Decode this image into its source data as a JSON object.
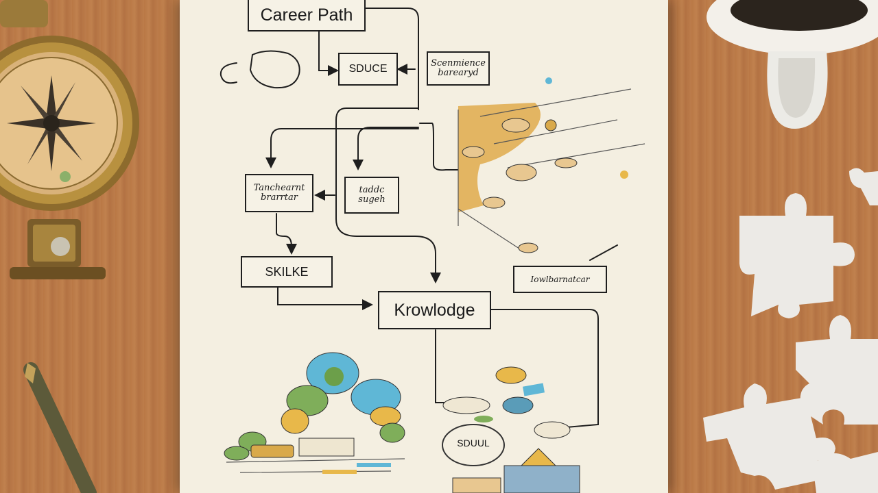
{
  "diagram": {
    "title": "Career Path",
    "nodes": {
      "source": "SDUCE",
      "scanned": "Scenmience\nbarearyd",
      "left_mid": "Tanchearnt\nbrarrtar",
      "mid": "taddc\nsugeh",
      "skill": "SKILKE",
      "right_small": "Iowlbarnatcar",
      "knowledge": "Krowlodge",
      "bubble": "SDUUL"
    }
  },
  "colors": {
    "desk": "#b97845",
    "paper": "#f4efe1",
    "ink": "#1e1e1e",
    "accent_blue": "#5fb7d6",
    "accent_yellow": "#e8b84a",
    "accent_green": "#7fae5a"
  }
}
